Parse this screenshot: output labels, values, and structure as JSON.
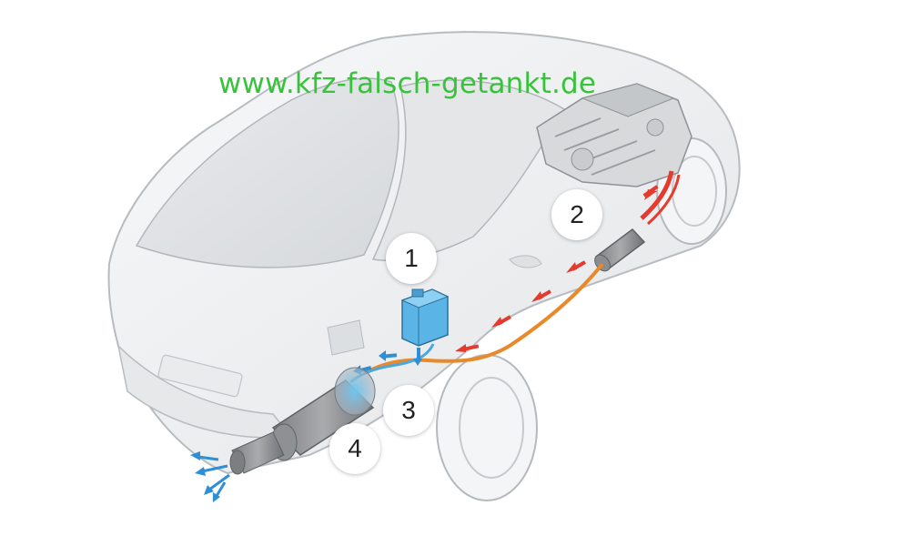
{
  "watermark": {
    "text": "www.kfz-falsch-getankt.de",
    "color": "#39c23c"
  },
  "callouts": [
    {
      "label": "1",
      "refers_to": "AdBlue tank"
    },
    {
      "label": "2",
      "refers_to": "Catalytic converter"
    },
    {
      "label": "3",
      "refers_to": "Injection line"
    },
    {
      "label": "4",
      "refers_to": "SCR converter"
    }
  ],
  "colors": {
    "exhaust_hot": "#e53a2e",
    "exhaust_pipe": "#e88a2c",
    "adblue": "#4aa8e0",
    "car_outline": "#b8bcc0",
    "car_fill": "#f2f3f4"
  }
}
